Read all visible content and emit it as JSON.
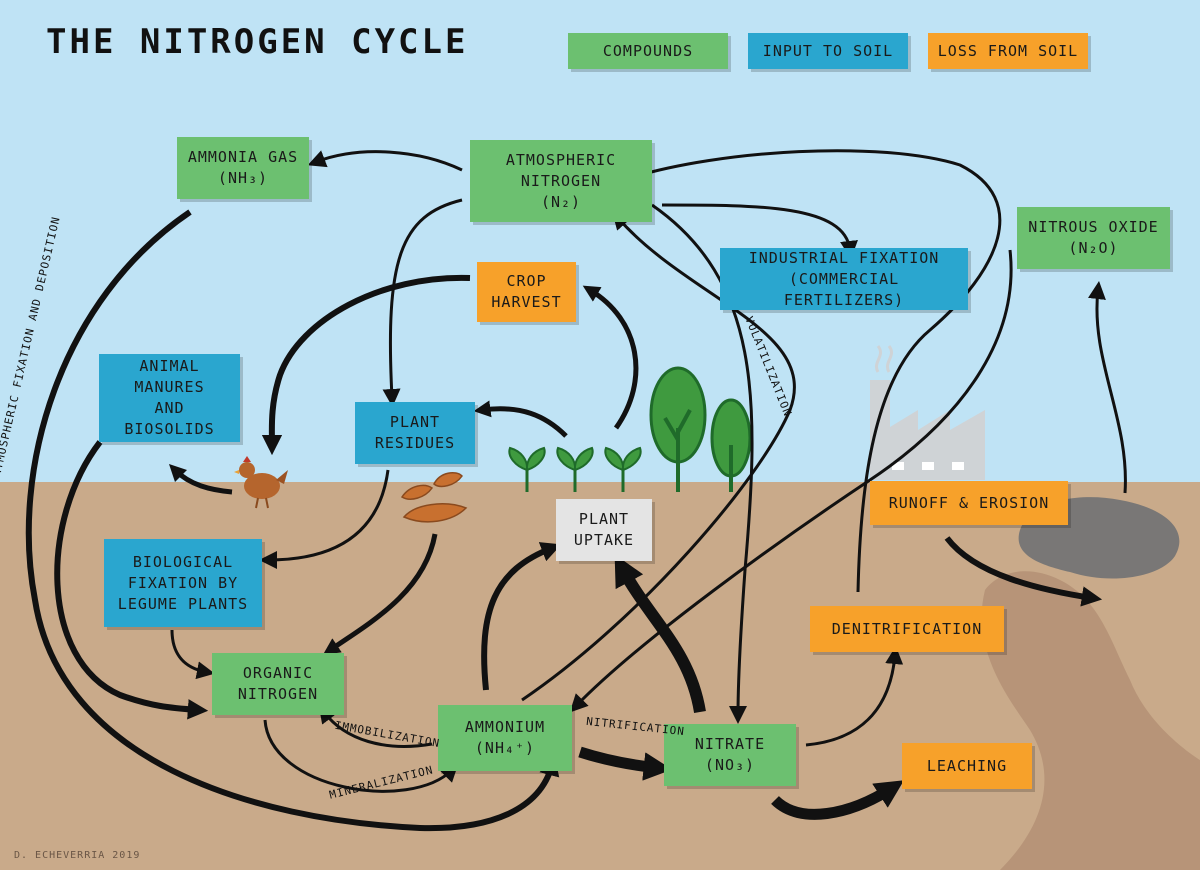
{
  "title": "THE NITROGEN CYCLE",
  "legend": {
    "compounds": "COMPOUNDS",
    "input": "INPUT TO SOIL",
    "loss": "LOSS FROM SOIL"
  },
  "colors": {
    "sky": "#bfe3f5",
    "soil": "#c9aa8a",
    "compounds": "#6cc070",
    "input": "#2aa6cf",
    "loss": "#f7a12a",
    "plant_uptake": "#e4e4e4"
  },
  "nodes": {
    "ammonia_gas": [
      "AMMONIA GAS",
      "(NH₃)"
    ],
    "atmospheric_nitrogen": [
      "ATMOSPHERIC",
      "NITROGEN",
      "(N₂)"
    ],
    "nitrous_oxide": [
      "NITROUS OXIDE",
      "(N₂O)"
    ],
    "crop_harvest": [
      "CROP",
      "HARVEST"
    ],
    "industrial_fixation": [
      "INDUSTRIAL FIXATION",
      "(COMMERCIAL FERTILIZERS)"
    ],
    "animal_manures": [
      "ANIMAL",
      "MANURES",
      "AND BIOSOLIDS"
    ],
    "plant_residues": [
      "PLANT",
      "RESIDUES"
    ],
    "runoff_erosion": [
      "RUNOFF & EROSION"
    ],
    "plant_uptake": [
      "PLANT",
      "UPTAKE"
    ],
    "biological_fixation": [
      "BIOLOGICAL",
      "FIXATION BY",
      "LEGUME PLANTS"
    ],
    "denitrification": [
      "DENITRIFICATION"
    ],
    "organic_nitrogen": [
      "ORGANIC",
      "NITROGEN"
    ],
    "ammonium": [
      "AMMONIUM",
      "(NH₄⁺)"
    ],
    "nitrate": [
      "NITRATE",
      "(NO₃)"
    ],
    "leaching": [
      "LEACHING"
    ]
  },
  "process_labels": {
    "atmospheric_fixation": "ATMOSPHERIC FIXATION AND DEPOSITION",
    "volatilization": "VOLATILIZATION",
    "immobilization": "IMMOBILIZATION",
    "mineralization": "MINERALIZATION",
    "nitrification": "NITRIFICATION"
  },
  "credit": "D. ECHEVERRIA 2019"
}
